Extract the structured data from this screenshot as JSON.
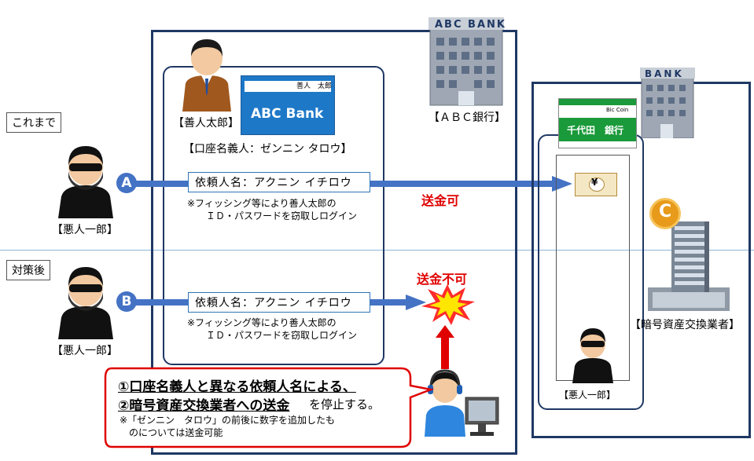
{
  "before_label": "これまで",
  "after_label": "対策後",
  "bank_abc_sign": "ABC BANK",
  "bank_abc_caption": "【ＡＢＣ銀行】",
  "bank2_sign": "BANK",
  "card": {
    "holder": "善人　太郎",
    "brand": "ABC Bank"
  },
  "zennin_caption": "【善人太郎】",
  "account_holder": "【口座名義人：ゼンニン タロウ】",
  "requester": "依頼人名：アクニン イチロウ",
  "note_line1": "※フィッシング等により善人太郎の",
  "note_line2": "ＩＤ・パスワードを窃取しログイン",
  "villain_caption": "【悪人一郎】",
  "villain_caption_small": "【悪人一郎】",
  "marker_a": "A",
  "marker_b": "B",
  "transfer_ok": "送金可",
  "transfer_ng": "送金不可",
  "chiyoda_card": {
    "top": "Bic Coin",
    "name": "千代田　銀行"
  },
  "yen_symbol": "¥",
  "coin_symbol": "C",
  "exchanger_caption": "【暗号資産交換業者】",
  "callout": {
    "line1": "①口座名義人と異なる依頼人名による、",
    "line2a": "②暗号資産交換業者への送金",
    "line2b": "を停止する。",
    "note": "※「ゼンニン　タロウ」の前後に数字を追加したも",
    "note2": "のについては送金可能"
  },
  "colors": {
    "frame": "#1f3864",
    "arrow": "#4472c4",
    "alert": "#e00000",
    "green": "#1a9a3a"
  }
}
